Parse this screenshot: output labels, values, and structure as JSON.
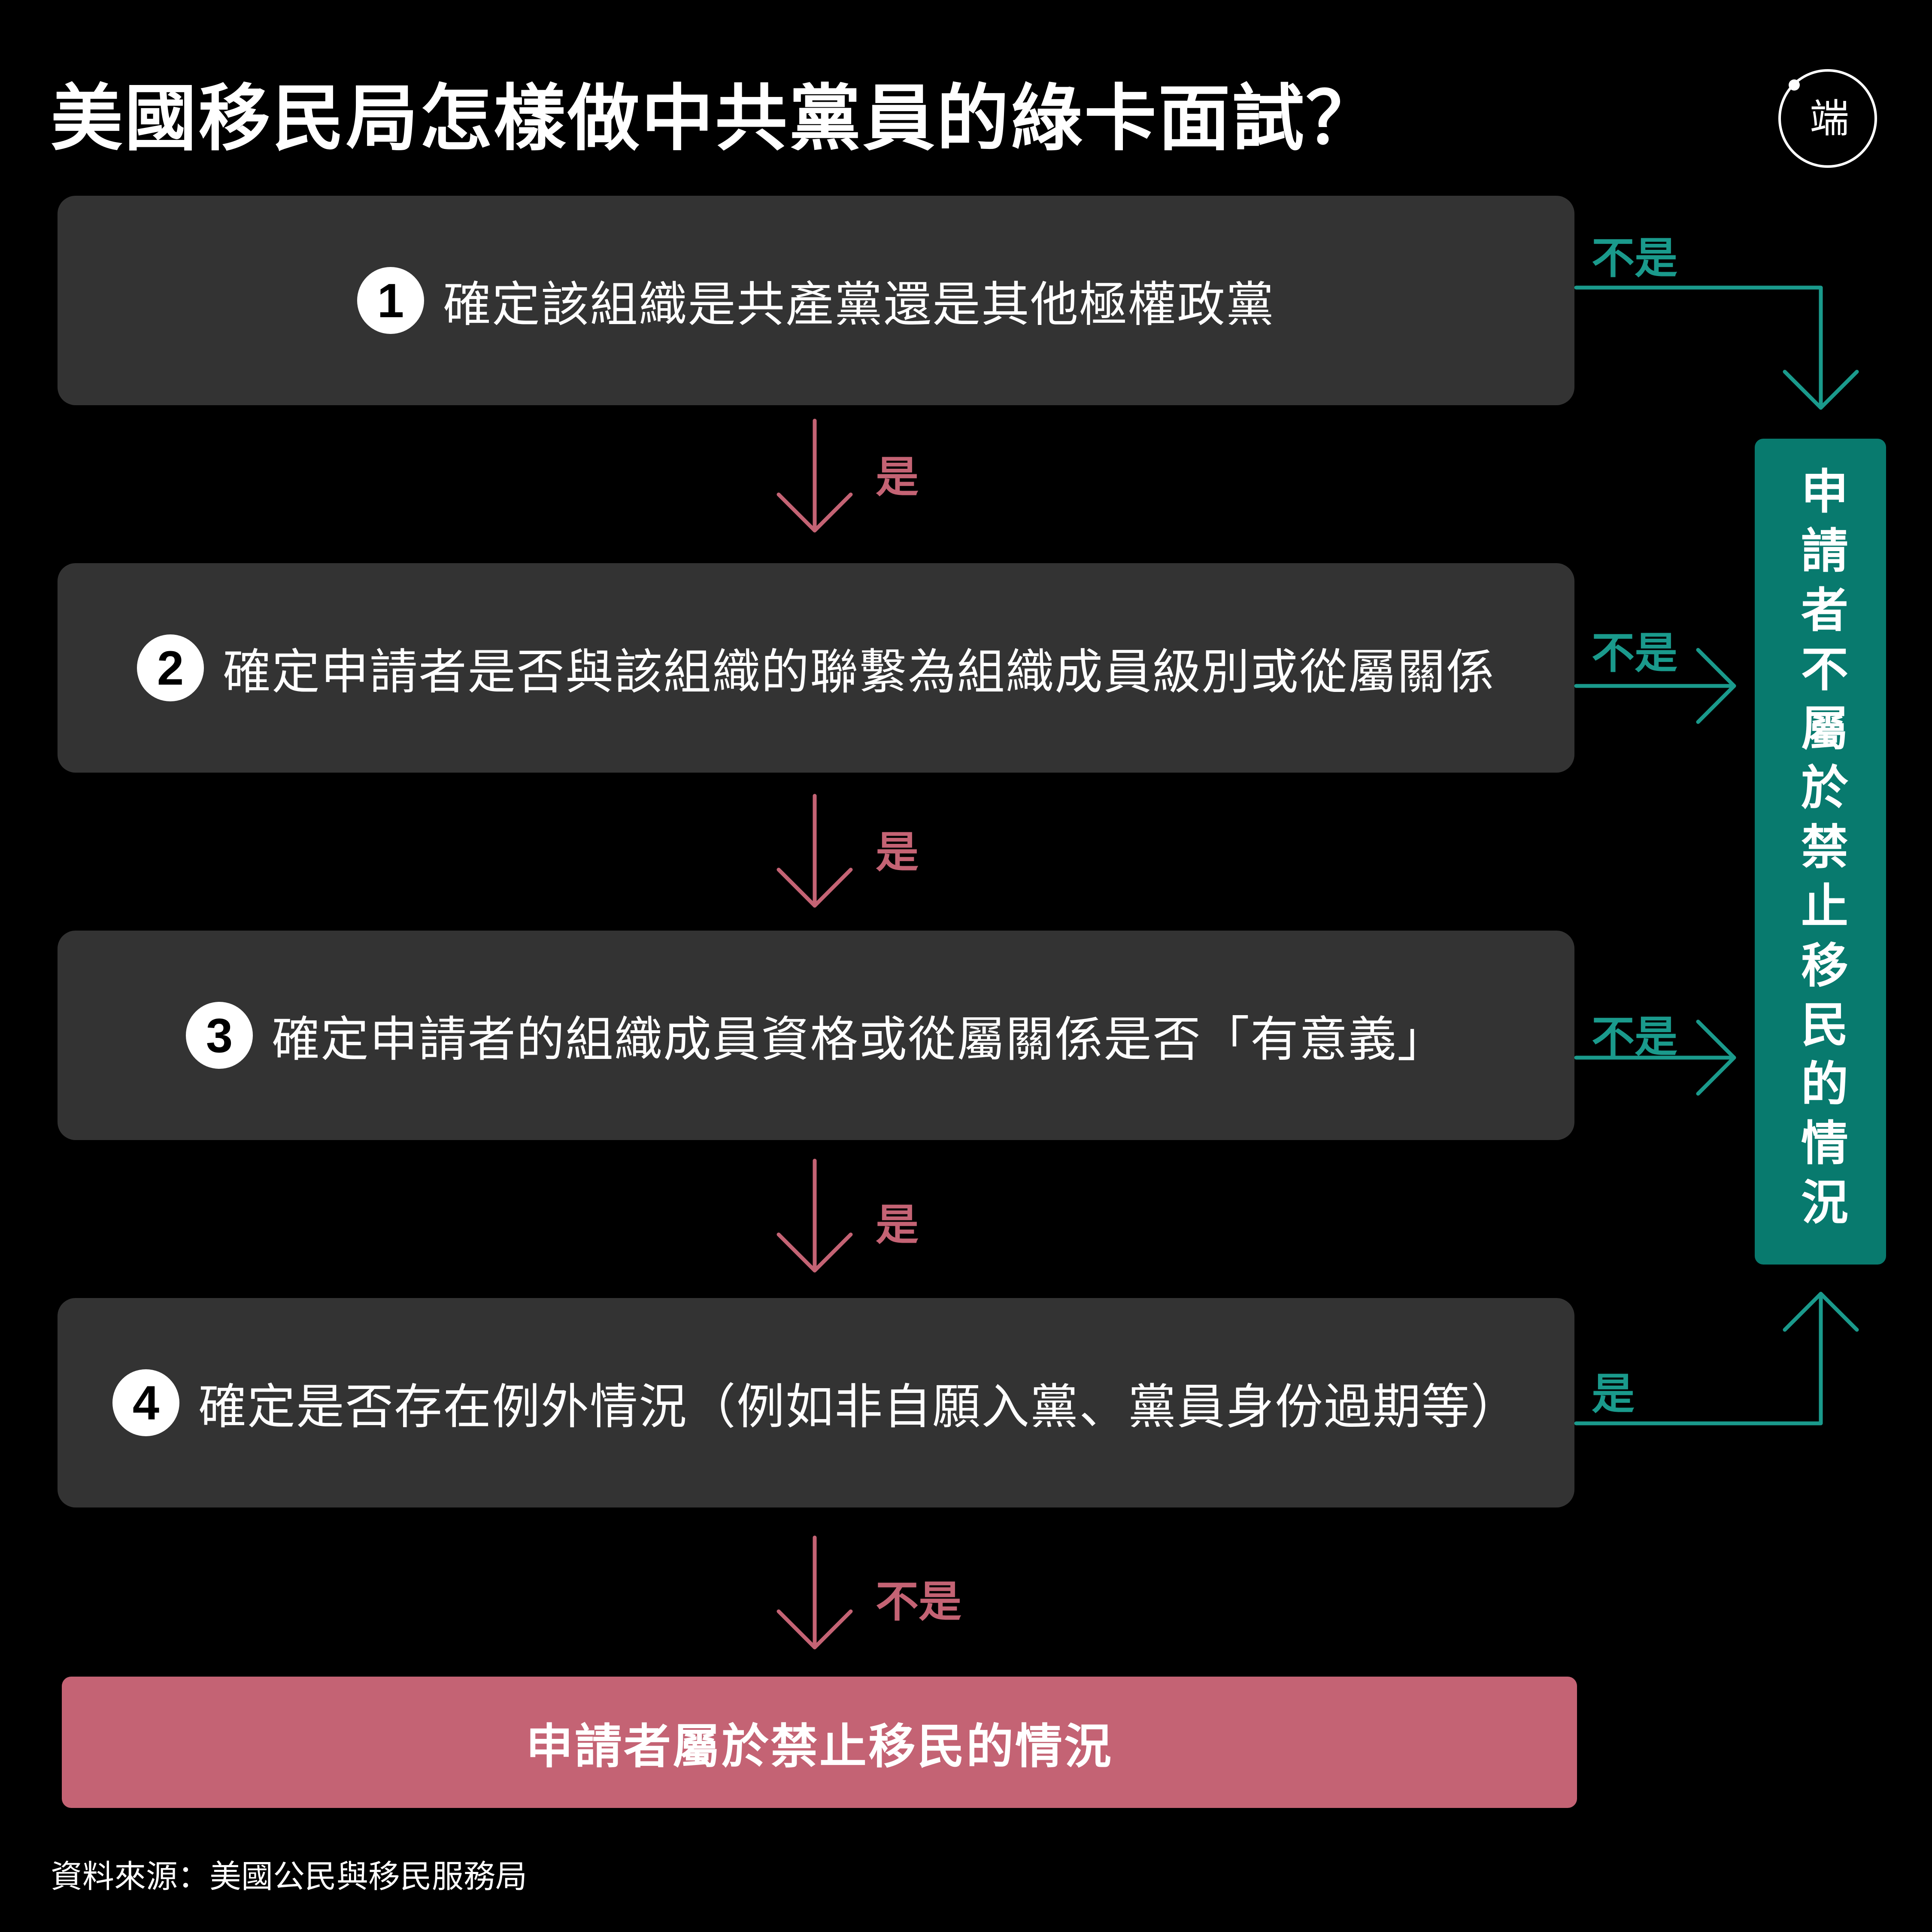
{
  "title": "美國移民局怎樣做中共黨員的綠卡面試？",
  "logo": {
    "text": "端"
  },
  "steps": [
    {
      "num": "1",
      "text": "確定該組織是共產黨還是其他極權政黨"
    },
    {
      "num": "2",
      "text": "確定申請者是否與該組織的聯繫為組織成員級別或從屬關係"
    },
    {
      "num": "3",
      "text": "確定申請者的組織成員資格或從屬關係是否「有意義」"
    },
    {
      "num": "4",
      "text": "確定是否存在例外情況（例如非自願入黨、黨員身份過期等）"
    }
  ],
  "labels": {
    "down_yes": "是",
    "down_no": "不是",
    "right_no": "不是",
    "right_yes": "是"
  },
  "outcomes": {
    "prohibited": "申請者屬於禁止移民的情況",
    "not_prohibited": "申請者不屬於禁止移民的情況"
  },
  "source": "資料來源：美國公民與移民服務局",
  "colors": {
    "background": "#000000",
    "step_box": "#333333",
    "yes_pink": "#c46374",
    "no_teal": "#1a9a8c",
    "side_box": "#087a6e"
  }
}
